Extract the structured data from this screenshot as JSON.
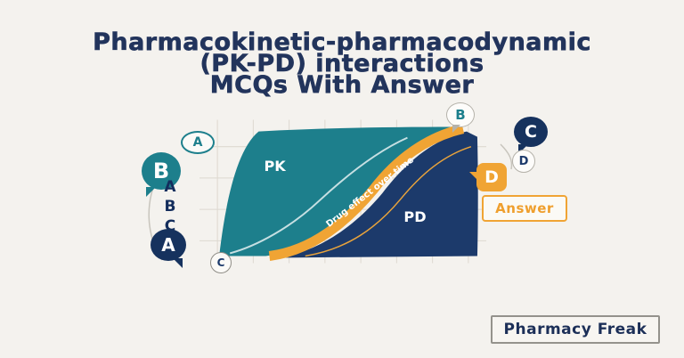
{
  "title": {
    "line1": "Pharmacokinetic-pharmacodynamic",
    "line2": "(PK-PD) interactions",
    "line3": "MCQs With Answer"
  },
  "chart": {
    "pk_label": "PK",
    "pd_label": "PD",
    "band_label": "Drug effect over time"
  },
  "bubbles": {
    "left_a_badge": "A",
    "left_b_bubble": "B",
    "stack_a": "A",
    "stack_b": "B",
    "stack_c": "C",
    "left_a_bubble": "A",
    "left_c_circle": "C",
    "right_b_bubble": "B",
    "right_c_bubble": "C",
    "right_d_circle": "D",
    "right_d_bubble": "D"
  },
  "answer_box": {
    "label": "Answer"
  },
  "brand": {
    "label": "Pharmacy Freak"
  },
  "colors": {
    "background": "#f4f2ee",
    "teal": "#1d7f8c",
    "navy": "#1c3a6b",
    "navy_dark": "#16325e",
    "orange": "#f0a434",
    "title_navy": "#22345c",
    "grid": "#ddd9d0"
  }
}
